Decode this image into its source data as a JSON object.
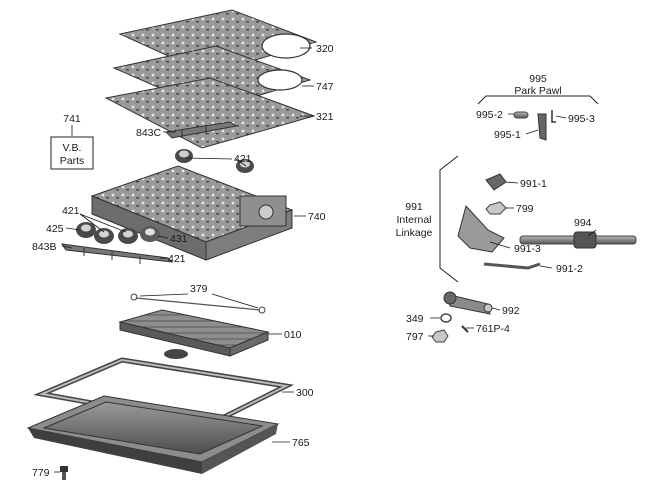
{
  "callouts": {
    "c320": "320",
    "c747": "747",
    "c321": "321",
    "c741": "741",
    "vb_line1": "V.B.",
    "vb_line2": "Parts",
    "c843c": "843C",
    "c421a": "421",
    "c740": "740",
    "c421b": "421",
    "c425": "425",
    "c431": "431",
    "c843b": "843B",
    "c421c": "421",
    "c379": "379",
    "c010": "010",
    "c300": "300",
    "c765": "765",
    "c779": "779",
    "c995": "995",
    "park_pawl": "Park Pawl",
    "c995_2": "995-2",
    "c995_3": "995-3",
    "c995_1": "995-1",
    "c991": "991",
    "internal": "Internal",
    "linkage": "Linkage",
    "c991_1": "991-1",
    "c799": "799",
    "c994": "994",
    "c991_3": "991-3",
    "c991_2": "991-2",
    "c349": "349",
    "c992": "992",
    "c761p4": "761P-4",
    "c797": "797"
  },
  "colors": {
    "ink": "#1a1a1a",
    "metal_dark": "#555555",
    "metal_mid": "#8a8a8a",
    "metal_light": "#bdbdbd"
  }
}
